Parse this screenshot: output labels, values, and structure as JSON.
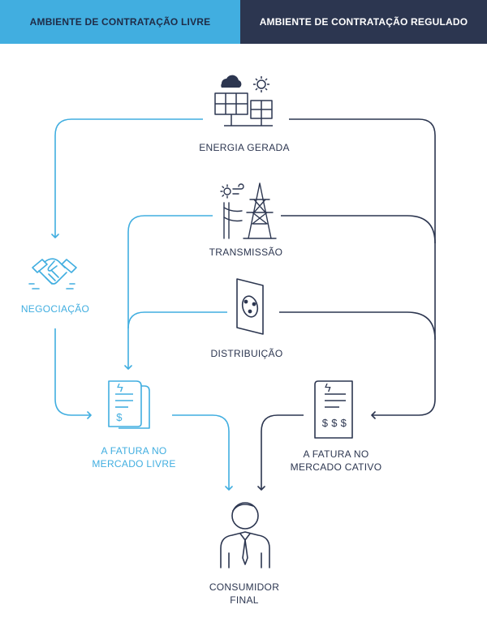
{
  "tabs": {
    "livre": "AMBIENTE DE CONTRATAÇÃO LIVRE",
    "regulado": "AMBIENTE DE CONTRATAÇÃO REGULADO"
  },
  "nodes": {
    "energia": "ENERGIA GERADA",
    "transmissao": "TRANSMISSÃO",
    "distribuicao": "DISTRIBUIÇÃO",
    "negociacao": "NEGOCIAÇÃO",
    "fatura_livre_1": "A FATURA NO",
    "fatura_livre_2": "MERCADO LIVRE",
    "fatura_cativo_1": "A FATURA NO",
    "fatura_cativo_2": "MERCADO CATIVO",
    "consumidor_1": "CONSUMIDOR",
    "consumidor_2": "FINAL"
  },
  "invoice_symbols": {
    "lightning": "ϟ",
    "dollar_single": "$",
    "dollar_triple": "$ $ $"
  },
  "colors": {
    "livre": "#41aee0",
    "regulado": "#2c3650"
  }
}
